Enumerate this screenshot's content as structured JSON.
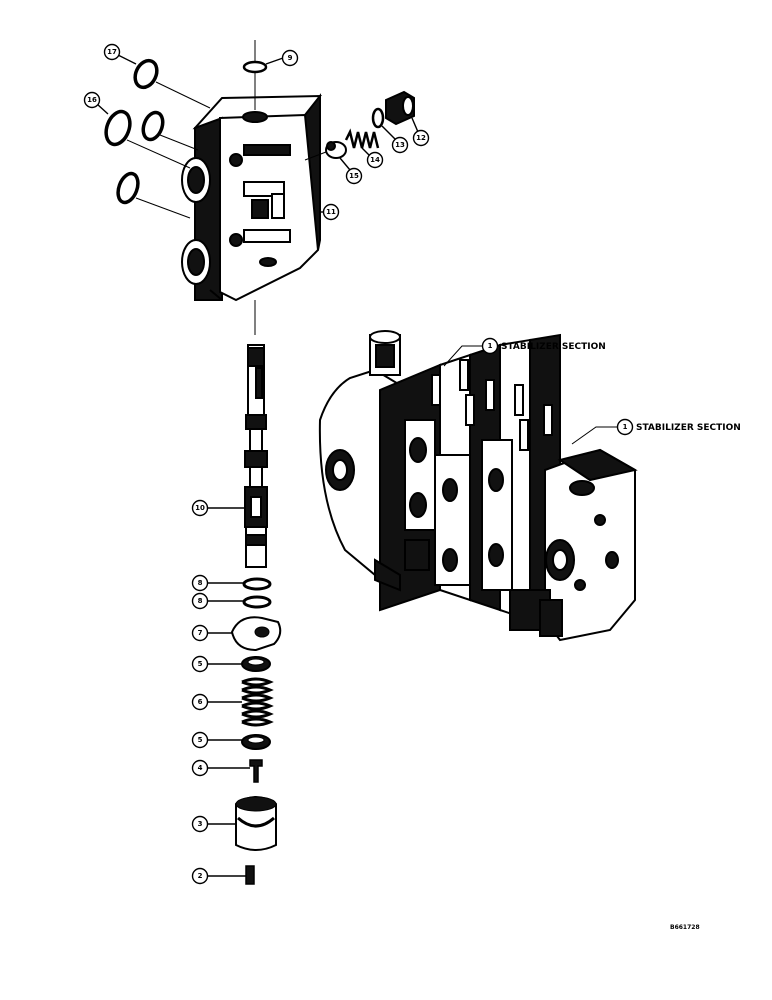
{
  "callouts": {
    "c17": "17",
    "c9top": "9",
    "c16": "16",
    "c12": "12",
    "c13": "13",
    "c14": "14",
    "c15": "15",
    "c11": "11",
    "c10": "10",
    "c8a": "8",
    "c8b": "8",
    "c7": "7",
    "c5a": "5",
    "c6": "6",
    "c5b": "5",
    "c4": "4",
    "c3": "3",
    "c2": "2",
    "c1a": "1",
    "c1b": "1"
  },
  "labels": {
    "stabilizer_a": "STABILIZER SECTION",
    "stabilizer_b": "STABILIZER SECTION"
  },
  "figure_code": "B661728"
}
